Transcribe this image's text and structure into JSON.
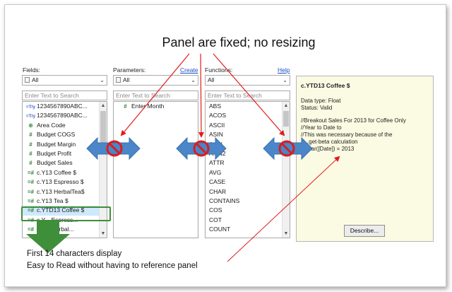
{
  "heading": "Panel are fixed; no resizing",
  "fields": {
    "label": "Fields:",
    "dropdown_value": "All",
    "search_placeholder": "Enter Text to Search",
    "items": [
      {
        "icon": "=T/y",
        "icon_name": "string-calc-icon",
        "label": "1234567890ABC..."
      },
      {
        "icon": "=T/y",
        "icon_name": "string-calc-icon",
        "label": "1234567890ABC..."
      },
      {
        "icon": "⊕",
        "icon_name": "globe-icon",
        "label": "Area Code"
      },
      {
        "icon": "#",
        "icon_name": "number-icon",
        "label": "Budget COGS"
      },
      {
        "icon": "#",
        "icon_name": "number-icon",
        "label": "Budget Margin"
      },
      {
        "icon": "#",
        "icon_name": "number-icon",
        "label": "Budget Profit"
      },
      {
        "icon": "#",
        "icon_name": "number-icon",
        "label": "Budget Sales"
      },
      {
        "icon": "=#",
        "icon_name": "number-calc-icon",
        "label": "c.Y13 Coffee $"
      },
      {
        "icon": "=#",
        "icon_name": "number-calc-icon",
        "label": "c.Y13 Espresso $"
      },
      {
        "icon": "=#",
        "icon_name": "number-calc-icon",
        "label": "c.Y13 HerbalTea$"
      },
      {
        "icon": "=#",
        "icon_name": "number-calc-icon",
        "label": "c.Y13 Tea $"
      },
      {
        "icon": "=#",
        "icon_name": "number-calc-icon",
        "label": "c.YTD13 Coffee $",
        "selected": true
      },
      {
        "icon": "=#",
        "icon_name": "number-calc-icon",
        "label": "c.Y... Espress..."
      },
      {
        "icon": "=#",
        "icon_name": "number-calc-icon",
        "label": "c.Y... Herbal..."
      }
    ]
  },
  "parameters": {
    "label": "Parameters:",
    "link": "Create",
    "dropdown_value": "All",
    "search_placeholder": "Enter Text to Search",
    "items": [
      {
        "icon": "#",
        "icon_name": "number-icon",
        "label": "Enter Month"
      }
    ]
  },
  "functions": {
    "label": "Functions:",
    "link": "Help",
    "dropdown_value": "All",
    "search_placeholder": "Enter Text to Search",
    "items": [
      "ABS",
      "ACOS",
      "ASCII",
      "ASIN",
      "A...N",
      "A...N2",
      "ATTR",
      "AVG",
      "CASE",
      "CHAR",
      "CONTAINS",
      "COS",
      "COT",
      "COUNT"
    ]
  },
  "info": {
    "title": "c.YTD13 Coffee $",
    "data_type": "Data type: Float",
    "status": "Status: Valid",
    "formula": [
      "//Breakout Sales For 2013 for Coffee Only",
      "//Year to Date to",
      "//This was necessary because of the",
      "//...get-beta calculation",
      "if year([Date]) = 2013"
    ],
    "button": "Describe..."
  },
  "captions": [
    "First 14 characters display",
    "Easy to Read without having to reference panel"
  ],
  "colors": {
    "red_arrow": "#e31b1b",
    "blue_arrow": "#4a86c8",
    "no_sign": "#d81e1e",
    "green": "#3f8e3a"
  }
}
